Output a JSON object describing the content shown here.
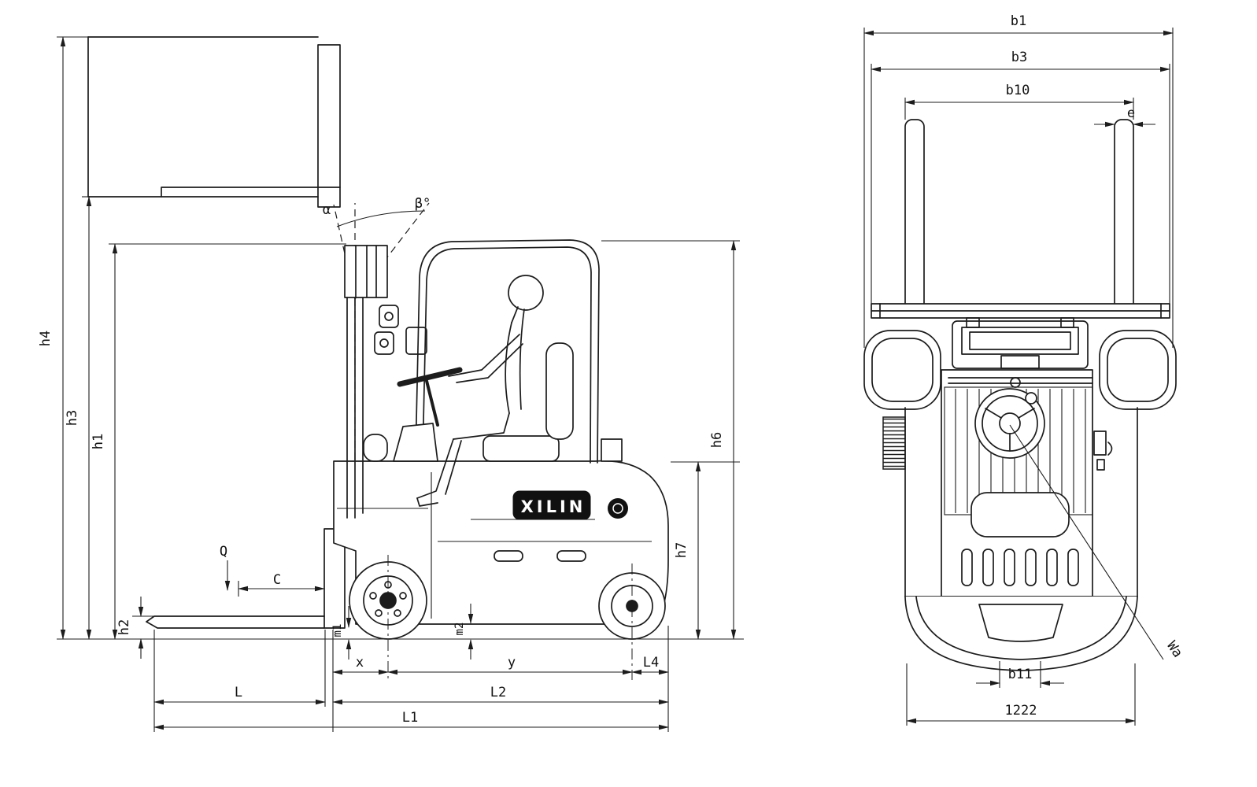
{
  "diagram": {
    "brand": "XILIN"
  },
  "side_view": {
    "labels": {
      "h4": "h4",
      "h3": "h3",
      "h1": "h1",
      "h2": "h2",
      "h6": "h6",
      "h7": "h7",
      "alpha": "α",
      "beta": "β°",
      "q": "Q",
      "c": "C",
      "m1": "m1",
      "m2": "m2",
      "x": "x",
      "y": "y",
      "l": "L",
      "l2": "L2",
      "l1": "L1",
      "l4": "L4"
    }
  },
  "top_view": {
    "labels": {
      "b1": "b1",
      "b3": "b3",
      "b10": "b10",
      "e": "e",
      "b11": "b11",
      "overall_width": "1222",
      "wa": "Wa"
    }
  }
}
